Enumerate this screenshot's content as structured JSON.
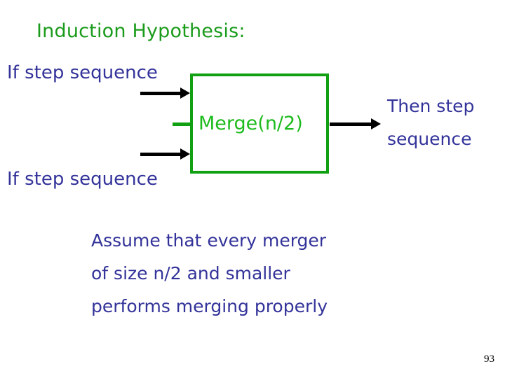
{
  "slide": {
    "title": "Induction Hypothesis:",
    "page_number": "93",
    "background_color": "#ffffff",
    "title_color": "#1b9b1b",
    "body_text_color": "#33339a",
    "box_color": "#11a011",
    "arrow_color": "#000000"
  },
  "diagram": {
    "box_label": "Merge(n/2)",
    "input_top_label": "If step sequence",
    "input_bottom_label": "If step sequence",
    "output_label_line1": "Then step",
    "output_label_line2": "sequence",
    "arrows": [
      {
        "name": "input-top",
        "direction": "right"
      },
      {
        "name": "input-bottom",
        "direction": "right"
      },
      {
        "name": "output",
        "direction": "right"
      }
    ]
  },
  "assumption": {
    "lines": [
      "Assume that every merger",
      "of size n/2 and smaller",
      "performs merging properly"
    ]
  }
}
